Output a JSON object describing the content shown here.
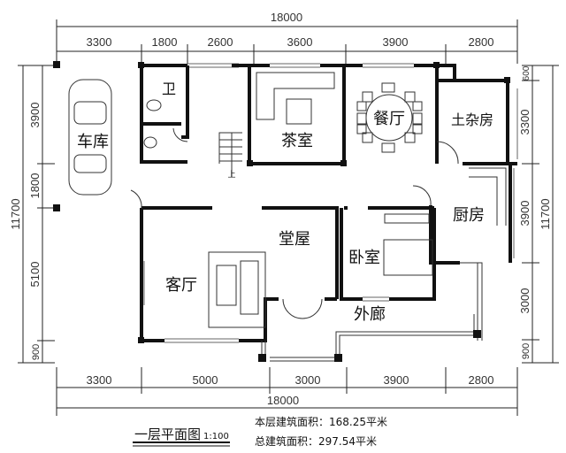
{
  "drawing": {
    "title": "一层平面图",
    "scale": "1:100",
    "floor_area": "本层建筑面积：168.25平米",
    "total_area": "总建筑面积：297.54平米"
  },
  "dimensions": {
    "top_total": "18000",
    "top": [
      "3300",
      "1800",
      "2600",
      "3600",
      "3900",
      "2800"
    ],
    "bottom": [
      "3300",
      "5000",
      "3000",
      "3900",
      "2800"
    ],
    "bottom_total": "18000",
    "left_total": "11700",
    "left": [
      "3900",
      "1800",
      "5100",
      "900"
    ],
    "right_total": "11700",
    "right": [
      "600",
      "3300",
      "3900",
      "3000",
      "900"
    ]
  },
  "rooms": {
    "garage": "车库",
    "bathroom": "卫",
    "tea_room": "茶室",
    "dining": "餐厅",
    "storage": "土杂房",
    "kitchen": "厨房",
    "hall": "堂屋",
    "bedroom": "卧室",
    "living": "客厅",
    "corridor": "外廊",
    "stair_up": "上"
  }
}
